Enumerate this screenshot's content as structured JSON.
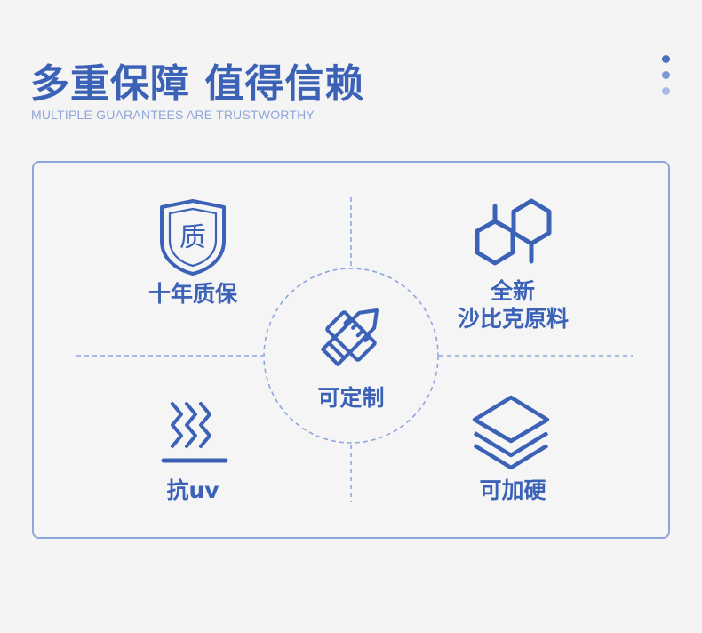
{
  "header": {
    "title": "多重保障 值得信赖",
    "subtitle": "MULTIPLE GUARANTEES ARE TRUSTWORTHY"
  },
  "features": {
    "warranty": {
      "icon_text": "质",
      "label": "十年质保"
    },
    "material": {
      "label_line1": "全新",
      "label_line2": "沙比克原料"
    },
    "custom": {
      "label": "可定制"
    },
    "uv": {
      "label": "抗uv"
    },
    "harden": {
      "label": "可加硬"
    }
  },
  "colors": {
    "accent": "#3b62b6",
    "border": "#8ea6de",
    "background": "#f4f4f4"
  }
}
